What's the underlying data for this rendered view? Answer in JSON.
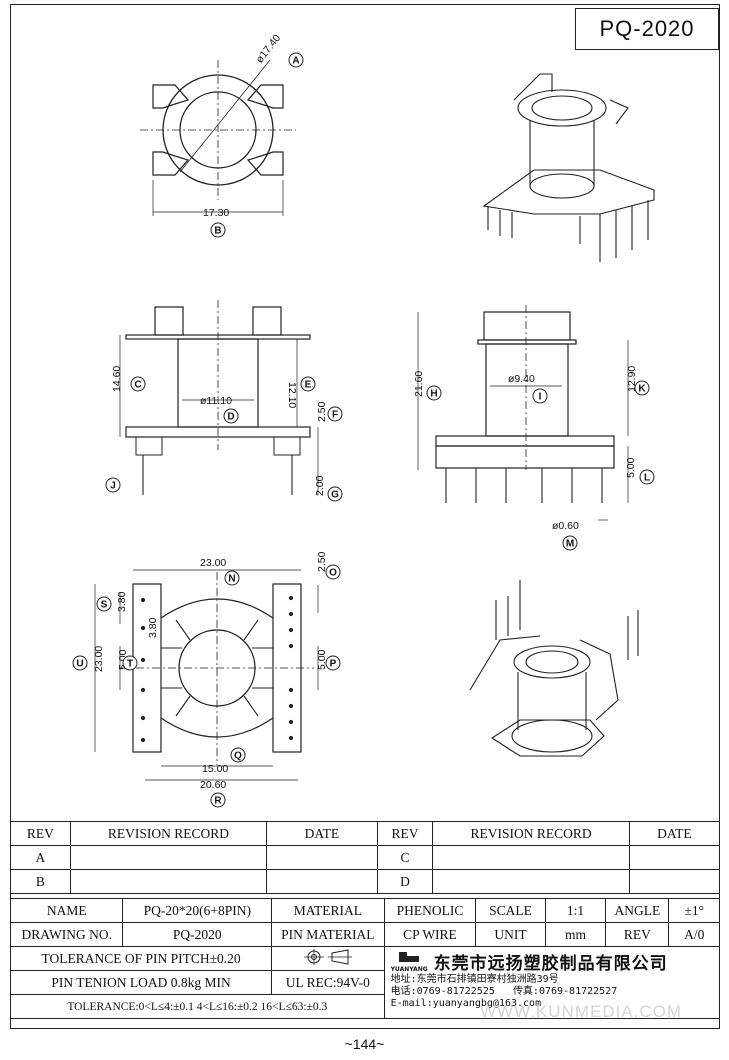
{
  "part_number": "PQ-2020",
  "page_number": "~144~",
  "watermark": "WWW.KUNMEDIA.COM",
  "dimensions": {
    "top_dia": "ø17.40",
    "top_width": "17.30",
    "height_c": "14.60",
    "height_e": "12.10",
    "flange_f": "2.50",
    "pin_g": "2.00",
    "bore_d": "ø11.10",
    "height_h": "21.60",
    "height_k": "12.90",
    "pin_l": "5.00",
    "bore_i": "ø9.40",
    "pin_m": "ø0.60",
    "width_n": "23.00",
    "pitch_o": "2.50",
    "pitch_s": "3.80",
    "pitch_s2": "3.80",
    "gap_t": "5.00",
    "height_u": "23.00",
    "gap_p": "5.00",
    "span_q": "15.00",
    "span_r": "20.60"
  },
  "labels": [
    "A",
    "B",
    "C",
    "D",
    "E",
    "F",
    "G",
    "H",
    "I",
    "J",
    "K",
    "L",
    "M",
    "N",
    "O",
    "P",
    "Q",
    "R",
    "S",
    "T",
    "U"
  ],
  "revision": {
    "h_rev": "REV",
    "h_record": "REVISION RECORD",
    "h_date": "DATE",
    "h_rev2": "REV",
    "h_record2": "REVISION RECORD",
    "h_date2": "DATE",
    "row1_rev": "A",
    "row1_rev2": "C",
    "row2_rev": "B",
    "row2_rev2": "D"
  },
  "info": {
    "name_label": "NAME",
    "name_value": "PQ-20*20(6+8PIN)",
    "material_label": "MATERIAL",
    "material_value": "PHENOLIC",
    "scale_label": "SCALE",
    "scale_value": "1:1",
    "angle_label": "ANGLE",
    "angle_value": "±1°",
    "drawing_label": "DRAWING NO.",
    "drawing_value": "PQ-2020",
    "pin_material_label": "PIN MATERIAL",
    "pin_material_value": "CP WIRE",
    "unit_label": "UNIT",
    "unit_value": "mm",
    "rev_label": "REV",
    "rev_value": "A/0",
    "tolerance_pitch": "TOLERANCE OF PIN PITCH±0.20",
    "company": "东莞市远扬塑胶制品有限公司",
    "logo_text": "YUANYANG",
    "pin_tenion": "PIN TENION LOAD 0.8kg MIN",
    "ul_rec": "UL REC:94V-0",
    "address": "地址:东莞市石排镇田寮村独洲路39号",
    "phone": "电话:0769-81722525",
    "fax": "传真:0769-81722527",
    "email": "E-mail:yuanyangbg@163.com",
    "tolerance": "TOLERANCE:0<L≤4:±0.1  4<L≤16:±0.2  16<L≤63:±0.3"
  }
}
